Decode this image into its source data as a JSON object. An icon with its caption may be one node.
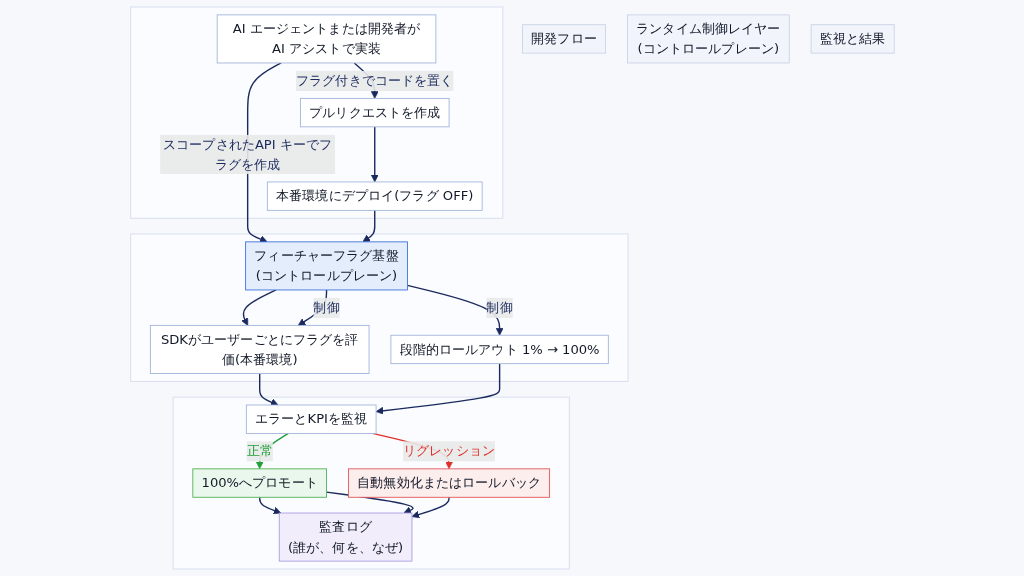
{
  "diagram": {
    "nodes": [
      {
        "text": [
          "開発フロー"
        ]
      },
      {
        "text": [],
        "shape": "box"
      },
      {
        "text": [
          "AI エージェントまたは開発者がAI アシストで実装"
        ],
        "in": 1
      },
      {
        "text": [
          "プルリクエストを作成"
        ],
        "in": 1
      },
      {
        "text": [
          "本番環境にデプロイ(フラグ OFF)"
        ],
        "in": 1
      },
      {
        "text": [
          "ランタイム制御レイヤー",
          "(コントロールプレーン)"
        ]
      },
      {
        "text": [],
        "shape": "box"
      },
      {
        "text": [
          "フィーチャーフラグ基盤",
          "(コントロールプレーン)"
        ],
        "in": 6
      },
      {
        "text": [
          "SDKがユーザーごとにフラグを評価(本番環境)"
        ],
        "in": 6
      },
      {
        "text": [
          "段階的ロールアウト 1% → 100%"
        ],
        "in": 6
      },
      {
        "text": [
          "監視と結果"
        ]
      },
      {
        "text": [],
        "shape": "box"
      },
      {
        "text": [
          "エラーとKPIを監視"
        ],
        "in": 11
      },
      {
        "text": [
          "100%へプロモート"
        ],
        "in": 11
      },
      {
        "text": [
          "自動無効化またはロールバック"
        ],
        "in": 11
      },
      {
        "text": [
          "監査ログ",
          "(誰が、何を、なぜ)"
        ],
        "in": 11
      }
    ],
    "edges": [
      {
        "from": 2,
        "to": 3,
        "arrow": "to",
        "label": "フラグ付きでコードを置く"
      },
      {
        "from": 2,
        "to": 7,
        "arrow": "to",
        "label": "スコープされたAPI キーでフラグを作成"
      },
      {
        "from": 3,
        "to": 4,
        "arrow": "to"
      },
      {
        "from": 4,
        "to": 7,
        "arrow": "to"
      },
      {
        "from": 7,
        "to": 8,
        "arrow": "to"
      },
      {
        "from": 7,
        "to": 8,
        "arrow": "to",
        "label": "制御"
      },
      {
        "from": 7,
        "to": 9,
        "arrow": "to",
        "label": "制御"
      },
      {
        "from": 8,
        "to": 12,
        "arrow": "to"
      },
      {
        "from": 9,
        "to": 12,
        "arrow": "to"
      },
      {
        "from": 12,
        "to": 13,
        "arrow": "to",
        "label": "正常",
        "color": "#22a03a"
      },
      {
        "from": 12,
        "to": 14,
        "arrow": "to",
        "label": "リグレッション",
        "color": "#e0302a"
      },
      {
        "from": 13,
        "to": 15,
        "arrow": "to"
      },
      {
        "from": 13,
        "to": 15,
        "arrow": "to"
      },
      {
        "from": 14,
        "to": 15,
        "arrow": "to"
      }
    ]
  }
}
